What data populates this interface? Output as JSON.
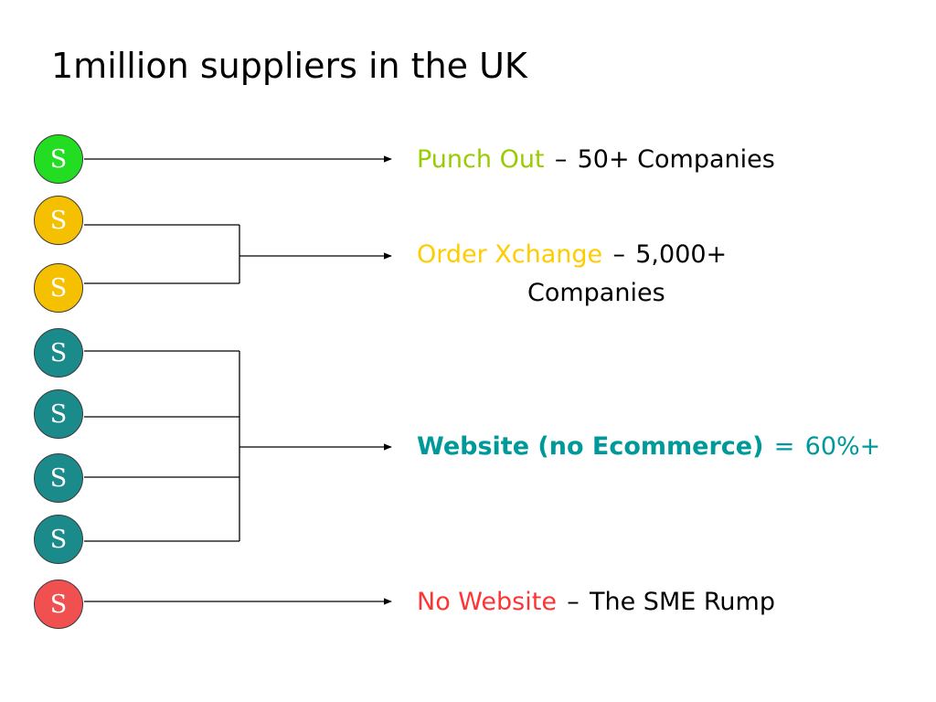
{
  "slide": {
    "title": "1million suppliers in the UK",
    "node_letter": "S"
  },
  "nodes": [
    {
      "tier": "punch_out",
      "color": "#22dd22"
    },
    {
      "tier": "order_xchange",
      "color": "#f5c000"
    },
    {
      "tier": "order_xchange",
      "color": "#f5c000"
    },
    {
      "tier": "website",
      "color": "#1a8a8a"
    },
    {
      "tier": "website",
      "color": "#1a8a8a"
    },
    {
      "tier": "website",
      "color": "#1a8a8a"
    },
    {
      "tier": "website",
      "color": "#1a8a8a"
    },
    {
      "tier": "no_website",
      "color": "#f05050"
    }
  ],
  "labels": {
    "punch_out": {
      "key": "Punch Out",
      "sep": "–",
      "value": "50+ Companies",
      "key_color": "#99cc00",
      "value_color": "#000000"
    },
    "order_xchange": {
      "key": "Order Xchange",
      "sep": "–",
      "value": "5,000+",
      "value2": "Companies",
      "key_color": "#ffcc00",
      "value_color": "#000000"
    },
    "website": {
      "key": "Website (no Ecommerce)",
      "sep": "=",
      "value": "60%+",
      "key_color": "#009999",
      "value_color": "#009999"
    },
    "no_website": {
      "key": "No Website",
      "sep": "–",
      "value": "The SME Rump",
      "key_color": "#ff3333",
      "value_color": "#000000"
    }
  }
}
